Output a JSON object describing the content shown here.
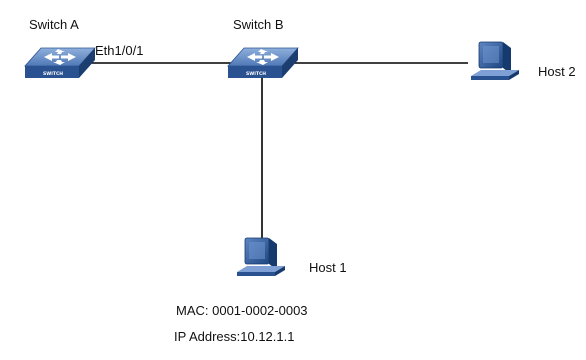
{
  "diagram": {
    "nodes": {
      "switch_a": {
        "label": "Switch A",
        "type": "switch",
        "icon": "switch-icon",
        "badge": "SWITCH"
      },
      "switch_b": {
        "label": "Switch B",
        "type": "switch",
        "icon": "switch-icon",
        "badge": "SWITCH"
      },
      "host_1": {
        "label": "Host 1",
        "type": "host",
        "icon": "computer-icon",
        "mac": "MAC: 0001-0002-0003",
        "ip": "IP Address:10.12.1.1"
      },
      "host_2": {
        "label": "Host 2",
        "type": "host",
        "icon": "computer-icon"
      }
    },
    "links": [
      {
        "from": "switch_a",
        "to": "switch_b",
        "port_label": "Eth1/0/1"
      },
      {
        "from": "switch_b",
        "to": "host_2"
      },
      {
        "from": "switch_b",
        "to": "host_1"
      }
    ],
    "colors": {
      "background": "#ffffff",
      "frame": "#f4f4f4",
      "link": "#000000",
      "switch_top": "#5f86c2",
      "switch_side": "#244a82",
      "host_body": "#2b5490"
    }
  }
}
